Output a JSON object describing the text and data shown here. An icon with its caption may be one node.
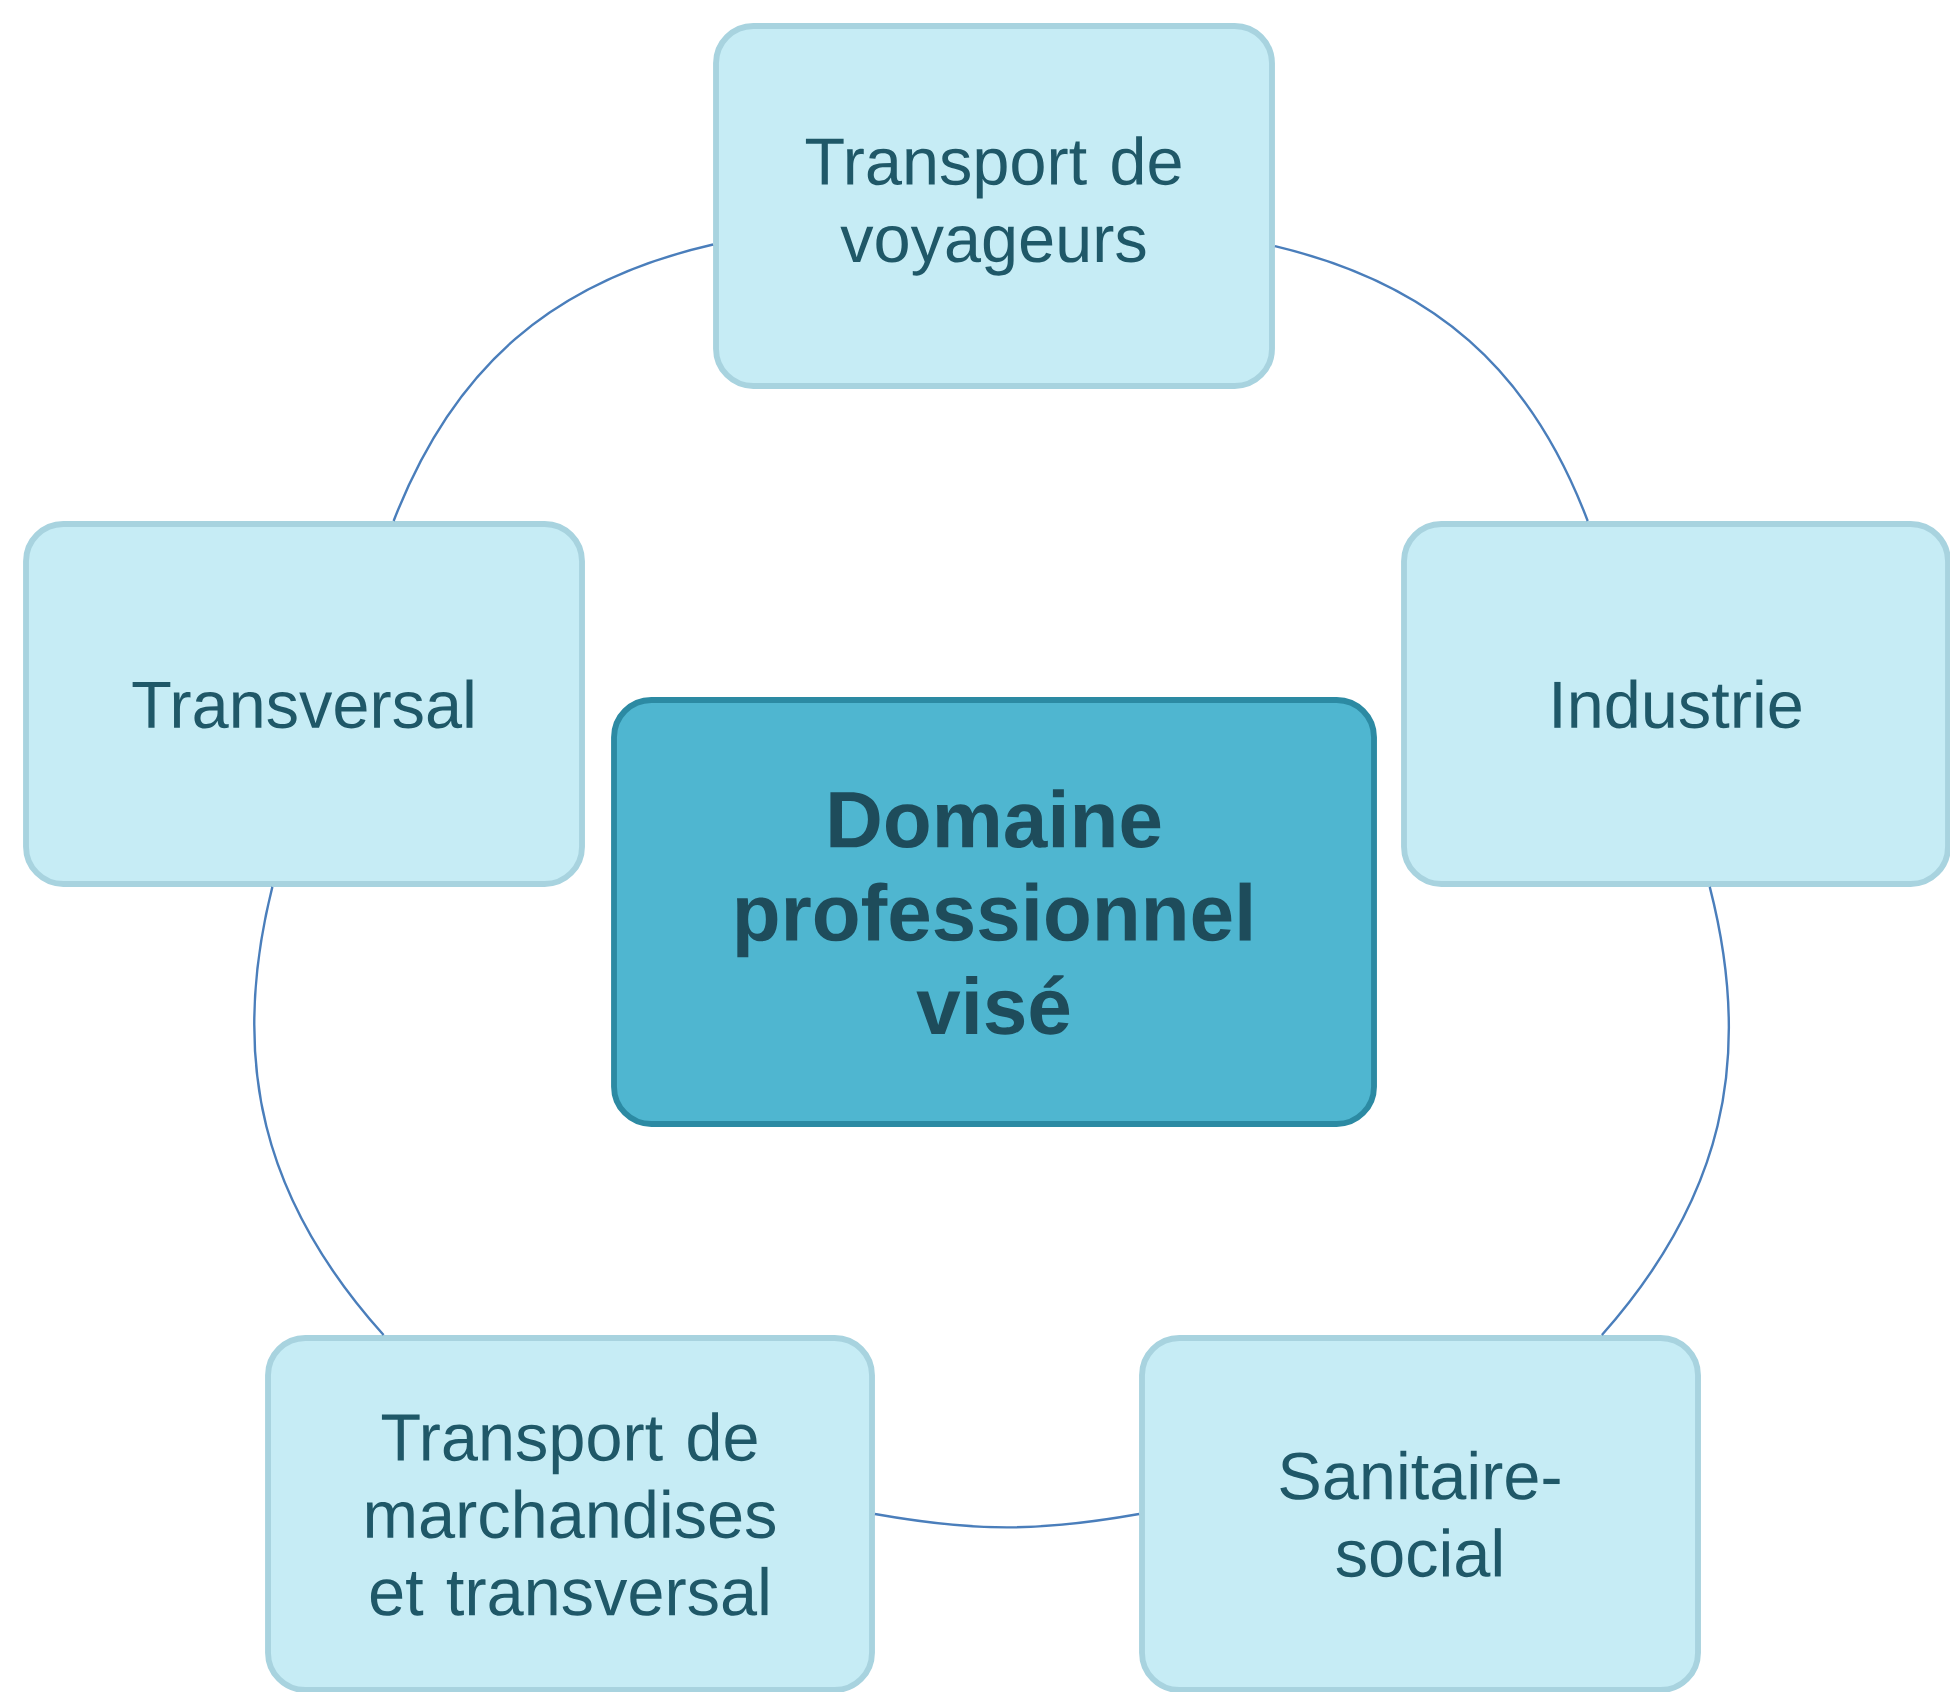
{
  "diagram": {
    "nodes": [
      {
        "text": [
          "Transport de voyageurs"
        ]
      },
      {
        "text": [
          "Transversal"
        ]
      },
      {
        "text": [
          "Industrie"
        ]
      },
      {
        "text": [
          "Domaine professionnel visé"
        ]
      },
      {
        "text": [
          "Transport de marchandises et transversal"
        ]
      },
      {
        "text": [
          "Sanitaire-social"
        ]
      }
    ],
    "edges": [
      {
        "from": 0,
        "to": 2,
        "arrow": "none"
      },
      {
        "from": 2,
        "to": 5,
        "arrow": "none"
      },
      {
        "from": 5,
        "to": 4,
        "arrow": "none"
      },
      {
        "from": 4,
        "to": 1,
        "arrow": "none"
      },
      {
        "from": 1,
        "to": 0,
        "arrow": "none"
      }
    ]
  }
}
